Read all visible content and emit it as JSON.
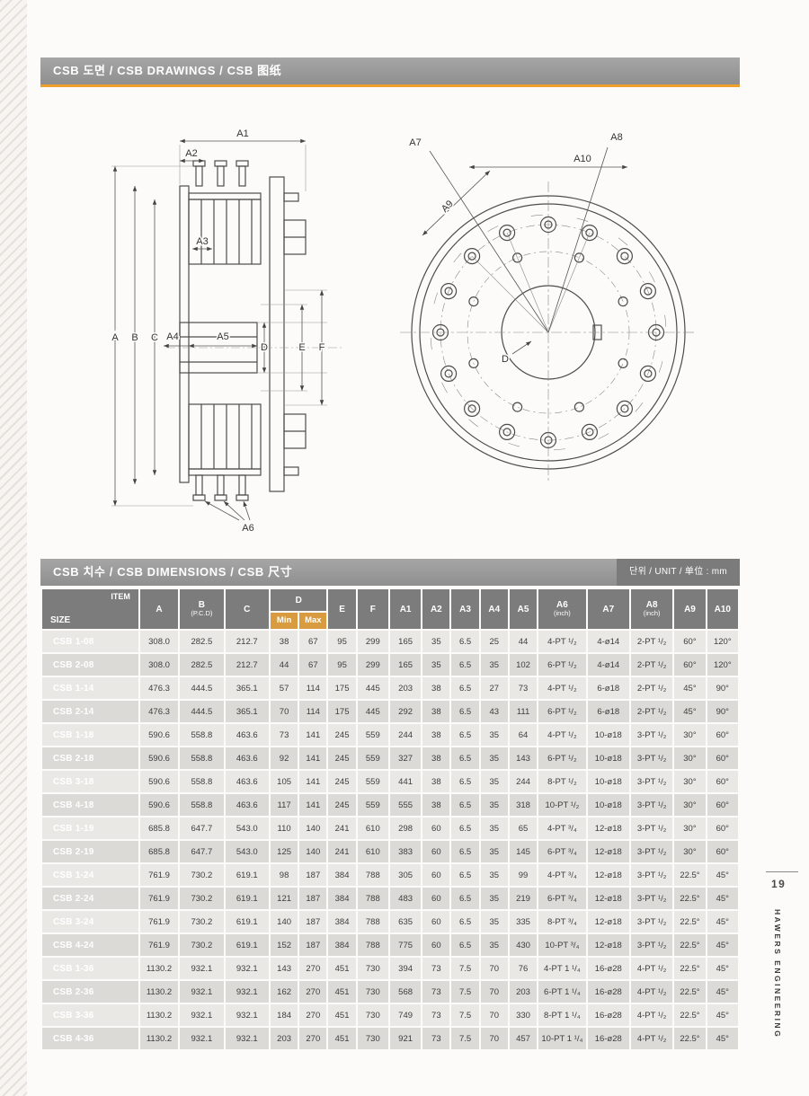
{
  "headers": {
    "drawings_title": "CSB 도면 / CSB DRAWINGS / CSB 图纸",
    "dimensions_title": "CSB 치수 / CSB DIMENSIONS / CSB 尺寸",
    "unit_note": "단위 / UNIT / 单位 : mm"
  },
  "page": {
    "number": "19",
    "brand_vertical": "HAWERS ENGINEERING"
  },
  "drawings": {
    "side": {
      "a1": "A1",
      "a2": "A2",
      "a3": "A3",
      "a4": "A4",
      "a5": "A5",
      "a6": "A6",
      "a": "A",
      "b": "B",
      "c": "C",
      "d": "D",
      "e": "E",
      "f": "F"
    },
    "front": {
      "a7": "A7",
      "a8": "A8",
      "a9": "A9",
      "a10": "A10",
      "d": "D"
    }
  },
  "table": {
    "corner_item": "ITEM",
    "corner_size": "SIZE",
    "columns": [
      {
        "label": "A"
      },
      {
        "label": "B",
        "sub": "(P.C.D)"
      },
      {
        "label": "C"
      },
      {
        "label": "D",
        "children": [
          "Min",
          "Max"
        ]
      },
      {
        "label": "E"
      },
      {
        "label": "F"
      },
      {
        "label": "A1"
      },
      {
        "label": "A2"
      },
      {
        "label": "A3"
      },
      {
        "label": "A4"
      },
      {
        "label": "A5"
      },
      {
        "label": "A6",
        "sub": "(inch)"
      },
      {
        "label": "A7"
      },
      {
        "label": "A8",
        "sub": "(inch)"
      },
      {
        "label": "A9"
      },
      {
        "label": "A10"
      }
    ],
    "rows": [
      {
        "size": "CSB 1-08",
        "values": [
          "308.0",
          "282.5",
          "212.7",
          "38",
          "67",
          "95",
          "299",
          "165",
          "35",
          "6.5",
          "25",
          "44",
          "4-PT ¹/₂",
          "4-ø14",
          "2-PT ¹/₂",
          "60°",
          "120°"
        ]
      },
      {
        "size": "CSB 2-08",
        "values": [
          "308.0",
          "282.5",
          "212.7",
          "44",
          "67",
          "95",
          "299",
          "165",
          "35",
          "6.5",
          "35",
          "102",
          "6-PT ¹/₂",
          "4-ø14",
          "2-PT ¹/₂",
          "60°",
          "120°"
        ]
      },
      {
        "size": "CSB 1-14",
        "values": [
          "476.3",
          "444.5",
          "365.1",
          "57",
          "114",
          "175",
          "445",
          "203",
          "38",
          "6.5",
          "27",
          "73",
          "4-PT ¹/₂",
          "6-ø18",
          "2-PT ¹/₂",
          "45°",
          "90°"
        ]
      },
      {
        "size": "CSB 2-14",
        "values": [
          "476.3",
          "444.5",
          "365.1",
          "70",
          "114",
          "175",
          "445",
          "292",
          "38",
          "6.5",
          "43",
          "111",
          "6-PT ¹/₂",
          "6-ø18",
          "2-PT ¹/₂",
          "45°",
          "90°"
        ]
      },
      {
        "size": "CSB 1-18",
        "values": [
          "590.6",
          "558.8",
          "463.6",
          "73",
          "141",
          "245",
          "559",
          "244",
          "38",
          "6.5",
          "35",
          "64",
          "4-PT ¹/₂",
          "10-ø18",
          "3-PT ¹/₂",
          "30°",
          "60°"
        ]
      },
      {
        "size": "CSB 2-18",
        "values": [
          "590.6",
          "558.8",
          "463.6",
          "92",
          "141",
          "245",
          "559",
          "327",
          "38",
          "6.5",
          "35",
          "143",
          "6-PT ¹/₂",
          "10-ø18",
          "3-PT ¹/₂",
          "30°",
          "60°"
        ]
      },
      {
        "size": "CSB 3-18",
        "values": [
          "590.6",
          "558.8",
          "463.6",
          "105",
          "141",
          "245",
          "559",
          "441",
          "38",
          "6.5",
          "35",
          "244",
          "8-PT ¹/₂",
          "10-ø18",
          "3-PT ¹/₂",
          "30°",
          "60°"
        ]
      },
      {
        "size": "CSB 4-18",
        "values": [
          "590.6",
          "558.8",
          "463.6",
          "117",
          "141",
          "245",
          "559",
          "555",
          "38",
          "6.5",
          "35",
          "318",
          "10-PT ¹/₂",
          "10-ø18",
          "3-PT ¹/₂",
          "30°",
          "60°"
        ]
      },
      {
        "size": "CSB 1-19",
        "values": [
          "685.8",
          "647.7",
          "543.0",
          "110",
          "140",
          "241",
          "610",
          "298",
          "60",
          "6.5",
          "35",
          "65",
          "4-PT ³/₄",
          "12-ø18",
          "3-PT ¹/₂",
          "30°",
          "60°"
        ]
      },
      {
        "size": "CSB 2-19",
        "values": [
          "685.8",
          "647.7",
          "543.0",
          "125",
          "140",
          "241",
          "610",
          "383",
          "60",
          "6.5",
          "35",
          "145",
          "6-PT ³/₄",
          "12-ø18",
          "3-PT ¹/₂",
          "30°",
          "60°"
        ]
      },
      {
        "size": "CSB 1-24",
        "values": [
          "761.9",
          "730.2",
          "619.1",
          "98",
          "187",
          "384",
          "788",
          "305",
          "60",
          "6.5",
          "35",
          "99",
          "4-PT ³/₄",
          "12-ø18",
          "3-PT ¹/₂",
          "22.5°",
          "45°"
        ]
      },
      {
        "size": "CSB 2-24",
        "values": [
          "761.9",
          "730.2",
          "619.1",
          "121",
          "187",
          "384",
          "788",
          "483",
          "60",
          "6.5",
          "35",
          "219",
          "6-PT ³/₄",
          "12-ø18",
          "3-PT ¹/₂",
          "22.5°",
          "45°"
        ]
      },
      {
        "size": "CSB 3-24",
        "values": [
          "761.9",
          "730.2",
          "619.1",
          "140",
          "187",
          "384",
          "788",
          "635",
          "60",
          "6.5",
          "35",
          "335",
          "8-PT ³/₄",
          "12-ø18",
          "3-PT ¹/₂",
          "22.5°",
          "45°"
        ]
      },
      {
        "size": "CSB 4-24",
        "values": [
          "761.9",
          "730.2",
          "619.1",
          "152",
          "187",
          "384",
          "788",
          "775",
          "60",
          "6.5",
          "35",
          "430",
          "10-PT ³/₄",
          "12-ø18",
          "3-PT ¹/₂",
          "22.5°",
          "45°"
        ]
      },
      {
        "size": "CSB 1-36",
        "values": [
          "1130.2",
          "932.1",
          "932.1",
          "143",
          "270",
          "451",
          "730",
          "394",
          "73",
          "7.5",
          "70",
          "76",
          "4-PT 1 ¹/₄",
          "16-ø28",
          "4-PT ¹/₂",
          "22.5°",
          "45°"
        ]
      },
      {
        "size": "CSB 2-36",
        "values": [
          "1130.2",
          "932.1",
          "932.1",
          "162",
          "270",
          "451",
          "730",
          "568",
          "73",
          "7.5",
          "70",
          "203",
          "6-PT 1 ¹/₄",
          "16-ø28",
          "4-PT ¹/₂",
          "22.5°",
          "45°"
        ]
      },
      {
        "size": "CSB 3-36",
        "values": [
          "1130.2",
          "932.1",
          "932.1",
          "184",
          "270",
          "451",
          "730",
          "749",
          "73",
          "7.5",
          "70",
          "330",
          "8-PT 1 ¹/₄",
          "16-ø28",
          "4-PT ¹/₂",
          "22.5°",
          "45°"
        ]
      },
      {
        "size": "CSB 4-36",
        "values": [
          "1130.2",
          "932.1",
          "932.1",
          "203",
          "270",
          "451",
          "730",
          "921",
          "73",
          "7.5",
          "70",
          "457",
          "10-PT 1 ¹/₄",
          "16-ø28",
          "4-PT ¹/₂",
          "22.5°",
          "45°"
        ]
      }
    ]
  }
}
